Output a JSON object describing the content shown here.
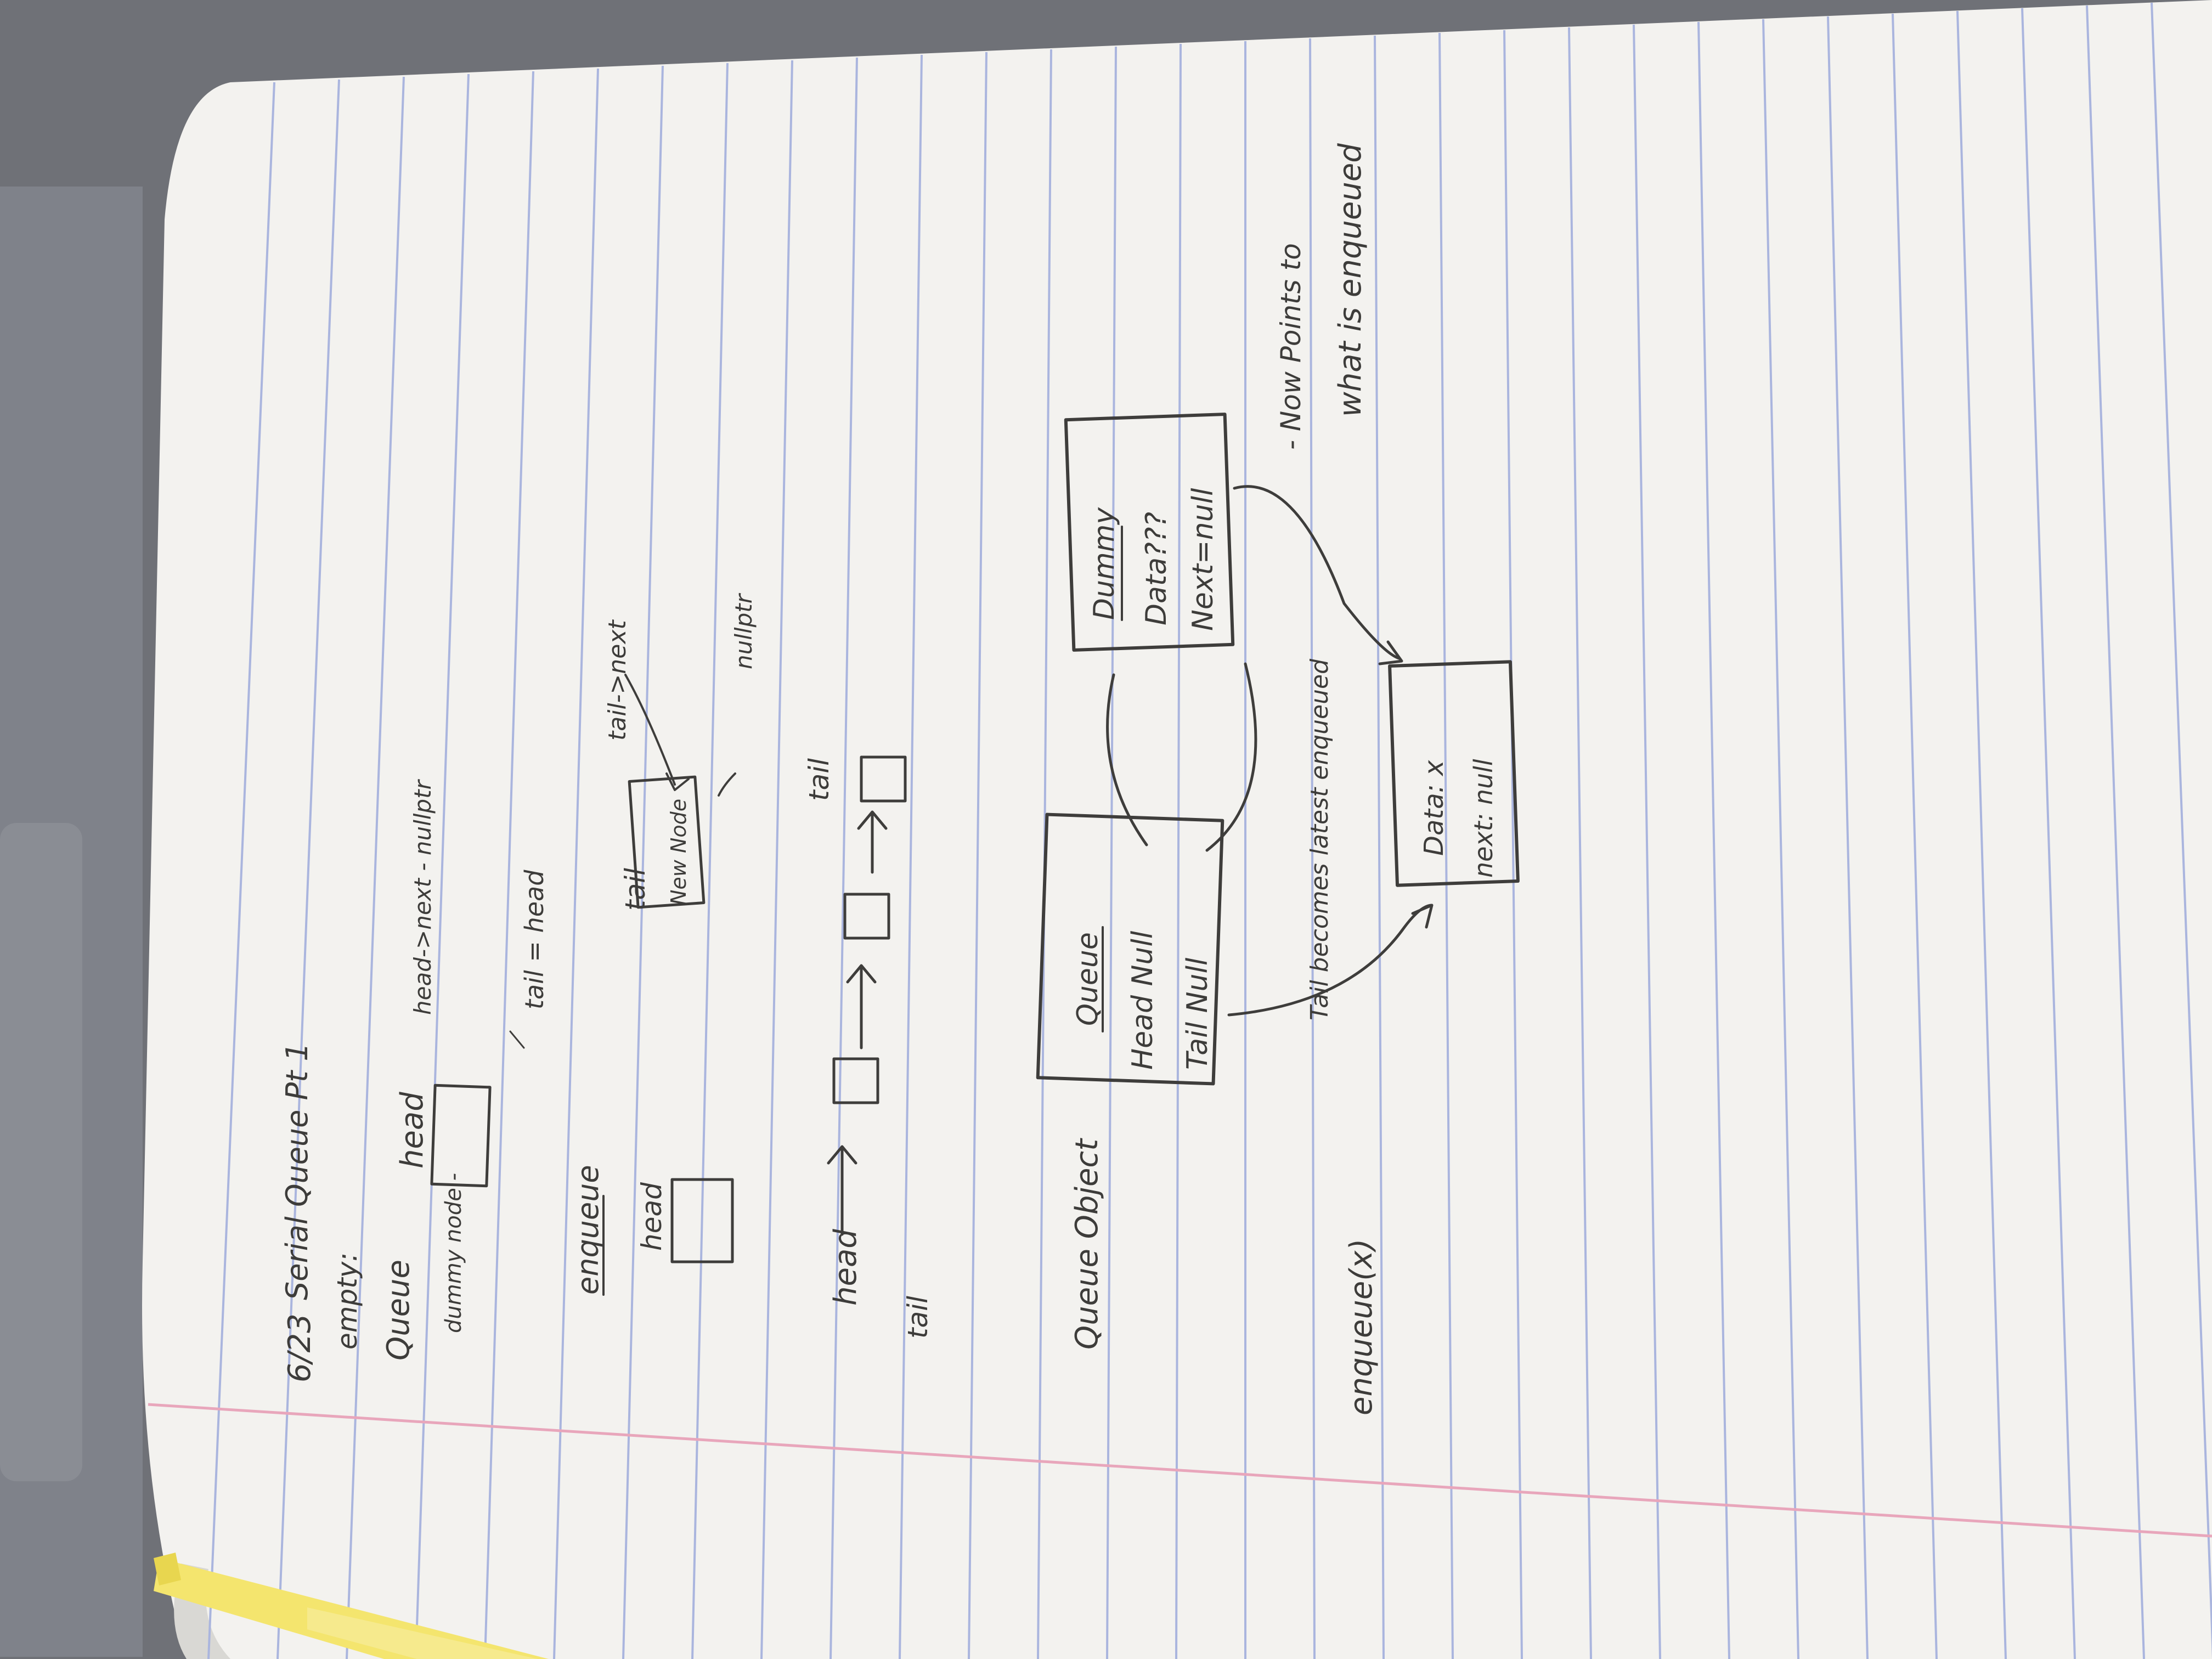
{
  "colors": {
    "desk": "#6e7076",
    "laptop": "#7b7e84",
    "paper": "#f2f1ee",
    "rule_line": "#a9b4dc",
    "margin_line": "#e6a2b8",
    "ink": "#3e3d3b",
    "pen": "#f3e46a"
  },
  "page": {
    "title_number": "6/23",
    "title": "Serial Queue Pt 1"
  },
  "empty_section": {
    "label": "empty:",
    "queue_label": "Queue",
    "dummy_label": "dummy node -",
    "head_label": "head",
    "head_next": "head->next - nullptr",
    "tail_eq": "tail = head"
  },
  "enqueue_section": {
    "label": "enqueue",
    "head_label": "head",
    "tail_label": "tail",
    "tail_next": "tail->next",
    "new_node": "New Node",
    "nullptr": "nullptr"
  },
  "chain_section": {
    "head_label": "head",
    "tail_label_left": "tail",
    "tail_label_right": "tail"
  },
  "queue_object_section": {
    "label": "Queue Object",
    "queue_box": {
      "title": "Queue",
      "head": "Head Null",
      "tail": "Tail Null"
    },
    "dummy_box": {
      "title": "Dummy",
      "data": "Data???",
      "next": "Next=null"
    }
  },
  "enqueue_x_section": {
    "label": "enqueue(x)",
    "node_box": {
      "data": "Data: x",
      "next": "next: null"
    },
    "note_tail": "Tail becomes latest enqueued",
    "note_now": "- Now Points to",
    "note_what": "what is enqueued"
  }
}
